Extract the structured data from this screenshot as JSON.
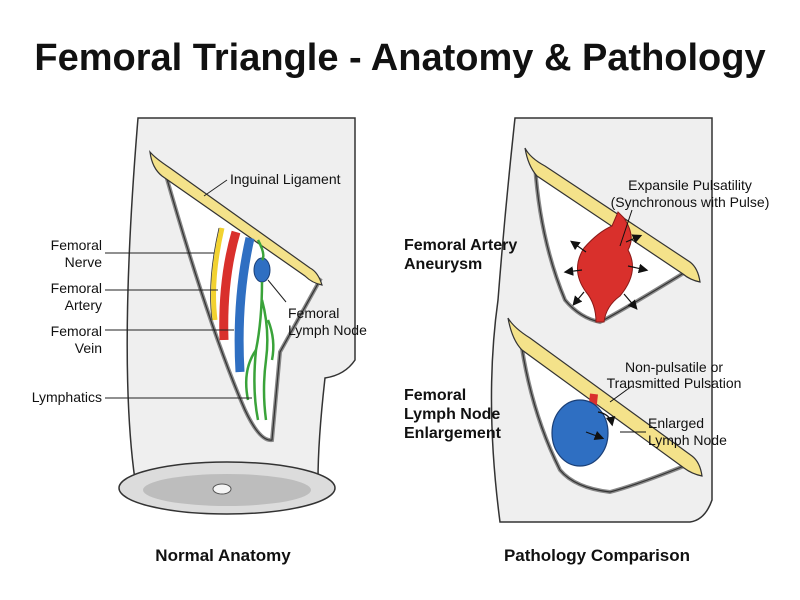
{
  "title": "Femoral Triangle - Anatomy & Pathology",
  "normal": {
    "caption": "Normal Anatomy",
    "inguinal_ligament": "Inguinal Ligament",
    "nerve": [
      "Femoral",
      "Nerve"
    ],
    "artery": [
      "Femoral",
      "Artery"
    ],
    "vein": [
      "Femoral",
      "Vein"
    ],
    "lymphatics": "Lymphatics",
    "lymph_node": [
      "Femoral",
      "Lymph Node"
    ]
  },
  "pathology": {
    "caption": "Pathology Comparison",
    "aneurysm": {
      "title": [
        "Femoral Artery",
        "Aneurysm"
      ],
      "note": [
        "Expansile Pulsatility",
        "(Synchronous with Pulse)"
      ]
    },
    "lymph_enlargement": {
      "title": [
        "Femoral",
        "Lymph Node",
        "Enlargement"
      ],
      "note1": [
        "Non-pulsatile or",
        "Transmitted Pulsation"
      ],
      "note2": [
        "Enlarged",
        "Lymph Node"
      ]
    }
  },
  "colors": {
    "nerve": "#f2d230",
    "artery": "#d9302c",
    "vein": "#2f6fc2",
    "lymph": "#3aa33a",
    "ligament": "#f4e28a",
    "limb": "#efefef"
  }
}
